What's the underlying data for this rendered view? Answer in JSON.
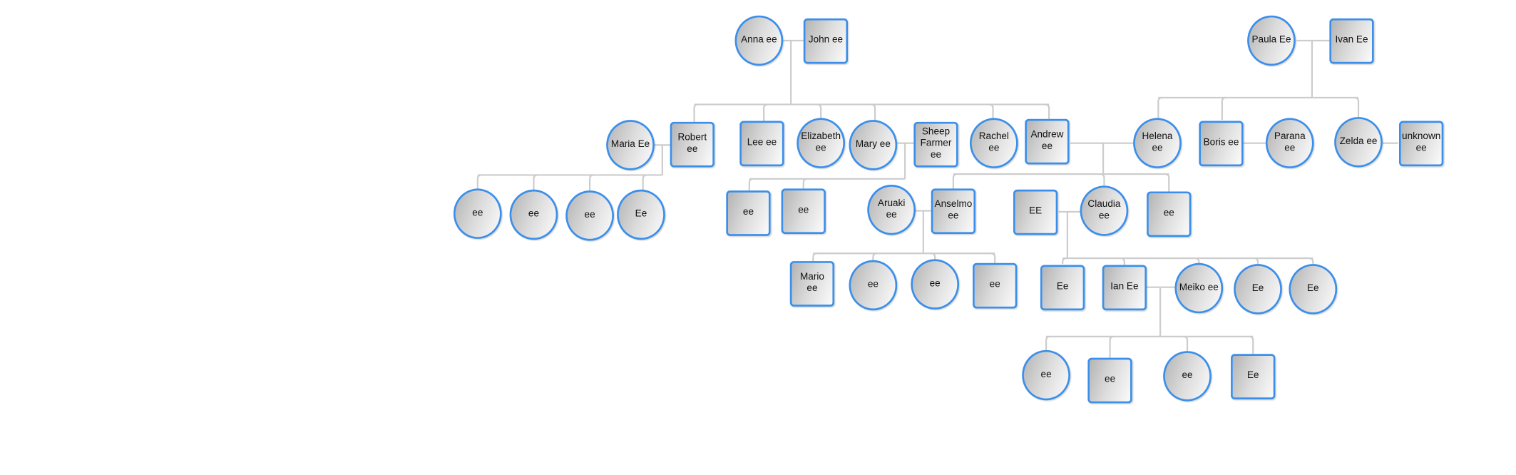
{
  "colors": {
    "border": "#3b8fea",
    "link": "#cccccc"
  },
  "nodes": [
    {
      "label": "Anna ee",
      "shape": "circle"
    },
    {
      "label": "John ee",
      "shape": "square"
    },
    {
      "label": "Paula Ee",
      "shape": "circle"
    },
    {
      "label": "Ivan Ee",
      "shape": "square"
    },
    {
      "label": "Maria Ee",
      "shape": "circle"
    },
    {
      "label": "Robert ee",
      "shape": "square"
    },
    {
      "label": "Lee ee",
      "shape": "square"
    },
    {
      "label": "Elizabeth ee",
      "shape": "circle"
    },
    {
      "label": "Mary ee",
      "shape": "circle"
    },
    {
      "label": "Sheep Farmer ee",
      "shape": "square"
    },
    {
      "label": "Rachel ee",
      "shape": "circle"
    },
    {
      "label": "Andrew ee",
      "shape": "square"
    },
    {
      "label": "Helena ee",
      "shape": "circle"
    },
    {
      "label": "Boris ee",
      "shape": "square"
    },
    {
      "label": "Parana ee",
      "shape": "circle"
    },
    {
      "label": "Zelda ee",
      "shape": "circle"
    },
    {
      "label": "unknown ee",
      "shape": "square"
    },
    {
      "label": "ee",
      "shape": "circle"
    },
    {
      "label": "ee",
      "shape": "circle"
    },
    {
      "label": "ee",
      "shape": "circle"
    },
    {
      "label": "Ee",
      "shape": "circle"
    },
    {
      "label": "ee",
      "shape": "square"
    },
    {
      "label": "ee",
      "shape": "square"
    },
    {
      "label": "Aruaki ee",
      "shape": "circle"
    },
    {
      "label": "Anselmo ee",
      "shape": "square"
    },
    {
      "label": "EE",
      "shape": "square"
    },
    {
      "label": "Claudia ee",
      "shape": "circle"
    },
    {
      "label": "ee",
      "shape": "square"
    },
    {
      "label": "Mario ee",
      "shape": "square"
    },
    {
      "label": "ee",
      "shape": "circle"
    },
    {
      "label": "ee",
      "shape": "circle"
    },
    {
      "label": "ee",
      "shape": "square"
    },
    {
      "label": "Ee",
      "shape": "square"
    },
    {
      "label": "Ian Ee",
      "shape": "square"
    },
    {
      "label": "Meiko ee",
      "shape": "circle"
    },
    {
      "label": "Ee",
      "shape": "circle"
    },
    {
      "label": "Ee",
      "shape": "circle"
    },
    {
      "label": "ee",
      "shape": "circle"
    },
    {
      "label": "ee",
      "shape": "square"
    },
    {
      "label": "ee",
      "shape": "circle"
    },
    {
      "label": "Ee",
      "shape": "square"
    }
  ]
}
